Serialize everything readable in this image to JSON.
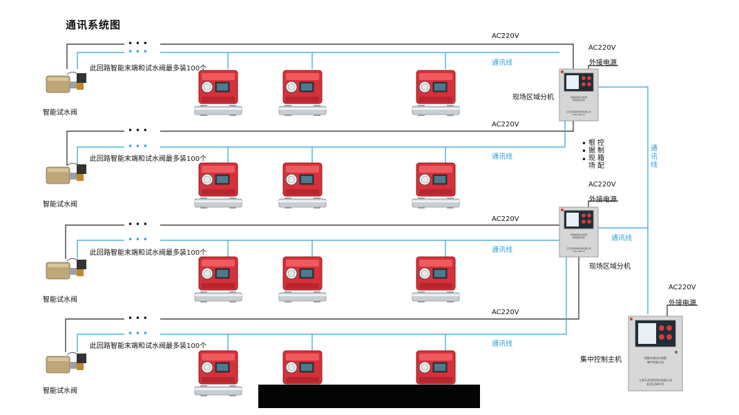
{
  "title": "通讯系统图",
  "labels": {
    "ac_power": "AC220V",
    "comm_line": "通讯线",
    "ext_power": "外接电源",
    "loop_note": "此回路智能末端和试水阀最多装100个",
    "test_valve": "智能试水阀",
    "field_unit": "现场区域分机",
    "central_host": "集中控制主机",
    "comm_line_vertical": [
      "通",
      "讯",
      "线"
    ],
    "cfg_col_a": [
      "根",
      "据",
      "现",
      "场"
    ],
    "cfg_col_b": [
      "控",
      "制",
      "箱",
      "配"
    ],
    "dots": "• • •",
    "bullet_dots": [
      "•",
      "•",
      "•"
    ]
  },
  "equipment": {
    "field_unit_panel_text": [
      "智能末端试水装置",
      "现场控制分机",
      "江苏天泽消防科技有限公司",
      "KZFJ-JNM-TZ"
    ],
    "host_panel_text": [
      "智能末端试水装置",
      "集中控制主机",
      "江苏天泽消防科技有限公司",
      "KZZJ-JNM-TZ"
    ]
  },
  "colors": {
    "comm_line": "#2aa0db",
    "power_line": "#222222",
    "device_red": "#e03a3c",
    "box_gray": "#d4d4d4"
  }
}
